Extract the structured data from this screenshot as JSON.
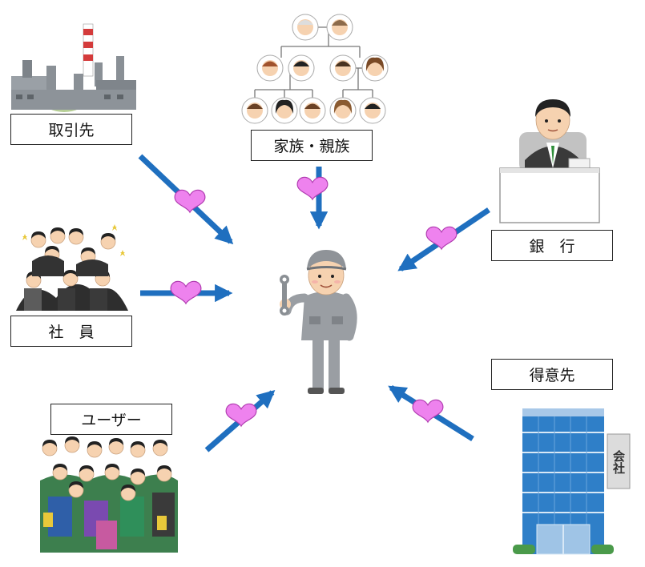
{
  "labels": {
    "suppliers": "取引先",
    "family": "家族・親族",
    "bank": "銀　行",
    "employees": "社　員",
    "customers": "得意先",
    "users": "ユーザー"
  },
  "building_sign": "会社",
  "colors": {
    "arrow": "#1f6fbf",
    "heart": "#ee82ee",
    "heart_stroke": "#b03cb0",
    "worker_uniform": "#9a9ea3",
    "building_glass": "#2f7fc8"
  }
}
